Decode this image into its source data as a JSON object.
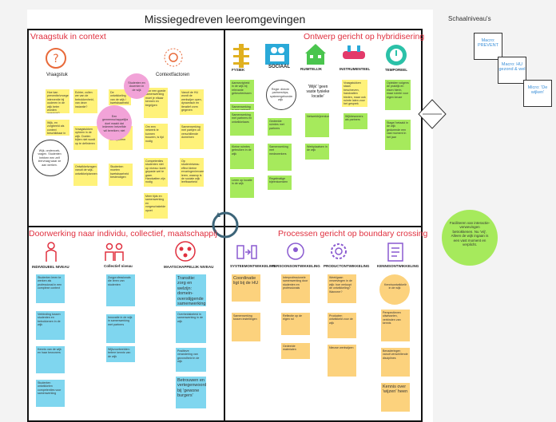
{
  "board": {
    "title": "Missiegedreven leeromgevingen",
    "scale_title": "Schaalniveau's",
    "scale_boxes": [
      "Macro: PREVENT",
      "Macro: HU gezond & wel",
      "Micro: 'De wijken'"
    ],
    "side_circle_text": "Faciliteren van interactie-verwevingen betrokkenen. Nu 'vrij'. Alleen de wijk ingaan is een vast moment en verplicht."
  },
  "quadrants": {
    "q1": {
      "title": "Vraagstuk in context",
      "label_vraagstuk": "Vraagstuk",
      "label_context": "Contextfactoren",
      "stickies": [
        "Hoe kan preventie/vroege interventie bij ouderen in de wijk beter worden ingericht?",
        "Echter, zullen we van de betrokkenheid, van deze instantie?",
        "Vraagstukken opheen in de wijk. Doelen bijten niet wordt op te definieren",
        "Ontwikkelvragen vanuit de wijk-ontwikkelplannen",
        "Voor een goede samenwerking moet je elkaar kennen en begrijpen",
        "Vanuit de HU wordt de werkwijze open, dynamisch en iteratief vorm gegeven",
        "Om een netwerk te kunnen bouwen, is tijd nodig",
        "Samenwerking met partijen uit verschillende domeinen",
        "Competenties studenten niet op niveau: komt gepaste wel te gaan. Handvatten zijn nodig",
        "Op studentniveau effect kleine ervaringen/ervaren leren, waarop is de sociale wijk leefbaarheid",
        "Meer tijds en samenwerking en vorgeschakelde opzet",
        "Wellicht van de kwaliteit van een ecosysteem",
        "Studenten moeten kwetsbaarheid bestendigen",
        "De ontwikkeling van de wijk / kwetsbaarheid",
        "Wijk- en zorgbeeld als context beschikbaar in vast stadium van de ontwikkeling"
      ],
      "circle_texts": [
        "Wijk, onderzoek, vragen. Studenten hebben een zelf leervraag waar ze aan werken.",
        "Studenten en docenten in de wijk",
        "Een gemeenschappelijke doel maakt dat iedereen hetzelfde wil bereiken; niet iedereen zit er op te wachten"
      ]
    },
    "q2": {
      "title": "Ontwerp gericht op hybridisering",
      "labels": [
        "FYSIEK",
        "SOCIAAL",
        "RUIMTELIJK",
        "INSTRUMENTEEL",
        "TEMPOREEL"
      ],
      "circle_text": "Regie: directe partnerships, systeemgebonden wijk",
      "quote": "'Wijk' 'geen vaste fysieke locatie'",
      "stickies": [
        "Aanwezigheid in de wijk bij relevante gebeurtenissen",
        "Samenwerking met partners en ontwikkelaars",
        "Kleine ruimtes gebruiken in de wijk",
        "Leren op locatie in de wijk",
        "Gedeelde ruimtes met partners",
        "Samenwerking met medewerkers",
        "Netwerkbijeenkomsten",
        "Werkplaatsen in de wijk",
        "Wijkbewoners als partners",
        "Samenwerking in een netwerk van professionals",
        "Regelmatige bijeenkomsten",
        "Vraagstukken staan beschreven, handvatten bieden, maar ook ruimte laten voor het gesprek",
        "Opleiden volgens de praktijk en eisen hierin, maar ruimte voor eigen keuze",
        "Stage/ betaald in de wijk gedurende een vast moment in het jaar"
      ]
    },
    "q3": {
      "title": "Doorwerking naar individu, collectief, maatschappij",
      "labels": [
        "INDIVIDUEEL NIVEAU",
        "Collectief niveau",
        "MAATSCHAPPELIJK NIVEAU"
      ],
      "stickies": [
        "Studenten leren te werken als professional in een complexe context",
        "Verbinding tussen studenten en betrokkenen in de wijk",
        "Kennis van de wijk en haar bewoners",
        "Studenten ontwikkelen competenties voor samenwerking",
        "Zorgprofessionals die leren van studenten",
        "Innovatie in de wijk in samenwerking met partners",
        "Wijkvoorbeelden: betere kennis van de wijk",
        "Transitie: zorg en welzijn: domein-overstijgende samenwerking",
        "Overheidsbeleid in samenwerking in de wijk",
        "Positieve verandering van gezondheid in de wijk",
        "Betrouwen en vertegenwoordiging bij 'gewone burgers'"
      ]
    },
    "q4": {
      "title": "Processen gericht op boundary crossing",
      "labels": [
        "SYSTEEMONTWIKKELING",
        "PERSOONSONTWIKKELING",
        "PRODUCTONTWIKKELING",
        "KENNISONTWIKKELING"
      ],
      "stickies": [
        "Coordinatie ligt bij de HU",
        "Samenwerking tussen instellingen",
        "Interprofessionele samenwerking door studenten en professionals",
        "Reflectie op de eigen rol",
        "Weet/gaan verwevingen in de wijk: hoe verloopt de ontwikkeling? Wanneer?",
        "Producten ontwikkeld voor de wijk",
        "Nieuwe werkwijzen",
        "Gedeelde materialen",
        "Kennisontwikkeling in de wijk",
        "Perspectieven uitwisselen, verbinden van kennis",
        "Benaderingen vanuit verschillende disciplines",
        "Kennis over 'wijzen' heen"
      ]
    }
  }
}
